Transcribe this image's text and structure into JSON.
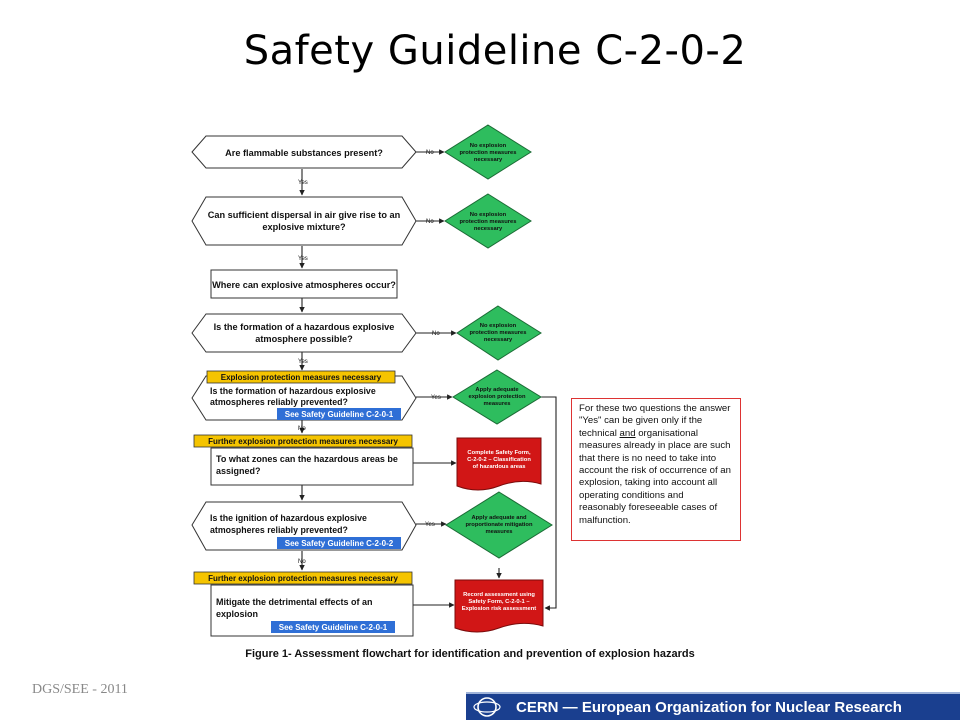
{
  "title": "Safety Guideline C-2-0-2",
  "questions": {
    "q1": "Are flammable substances present?",
    "q2_l1": "Can sufficient dispersal in air give rise to an",
    "q2_l2": "explosive mixture?",
    "q3": "Where can explosive atmospheres occur?",
    "q4_l1": "Is the formation of a hazardous explosive",
    "q4_l2": "atmosphere possible?",
    "q5_l1": "Is the formation of hazardous explosive",
    "q5_l2": "atmospheres reliably prevented?",
    "q6_l1": "To what zones can the hazardous areas be",
    "q6_l2": "assigned?",
    "q7_l1": "Is the ignition of hazardous explosive",
    "q7_l2": "atmospheres reliably prevented?",
    "q8_l1": "Mitigate the detrimental effects of an",
    "q8_l2": "explosion"
  },
  "banners": {
    "explosion_necessary": "Explosion protection measures necessary",
    "further_1": "Further explosion protection measures necessary",
    "further_2": "Further explosion protection measures necessary"
  },
  "links": {
    "see_c201_a": "See Safety Guideline C-2-0-1",
    "see_c202": "See Safety Guideline C-2-0-2",
    "see_c201_b": "See Safety Guideline C-2-0-1"
  },
  "outcomes": {
    "no_measures_l1": "No explosion",
    "no_measures_l2": "protection measures",
    "no_measures_l3": "necessary",
    "apply_l1": "Apply adequate",
    "apply_l2": "explosion protection",
    "apply_l3": "measures",
    "apply_prop_l1": "Apply adequate and",
    "apply_prop_l2": "proportionate mitigation",
    "apply_prop_l3": "measures",
    "complete_form_l1": "Complete Safety Form,",
    "complete_form_l2": "C-2-0-2 – Classification",
    "complete_form_l3": "of hazardous areas",
    "record_l1": "Record assessment using",
    "record_l2": "Safety Form, C-2-0-1 –",
    "record_l3": "Explosion risk assessment"
  },
  "edge_labels": {
    "no": "No",
    "yes": "Yes"
  },
  "note": {
    "part1": "For these two questions the answer \"Yes\" can be given only if the technical ",
    "and": "and",
    "part2": " organisational measures already in place are such that there is no need to take into account the risk of occurrence of an explosion, taking into account all operating conditions and reasonably foreseeable cases of malfunction."
  },
  "caption": "Figure 1- Assessment flowchart for identification and prevention of explosion hazards",
  "footer": {
    "left": "DGS/SEE - 2011",
    "org": "CERN — European Organization for Nuclear Research"
  },
  "colors": {
    "green": "#2ebd5e",
    "orange": "#f5c400",
    "blue": "#2f6fd6",
    "red": "#d11616",
    "cern_blue": "#1a3f8f"
  }
}
